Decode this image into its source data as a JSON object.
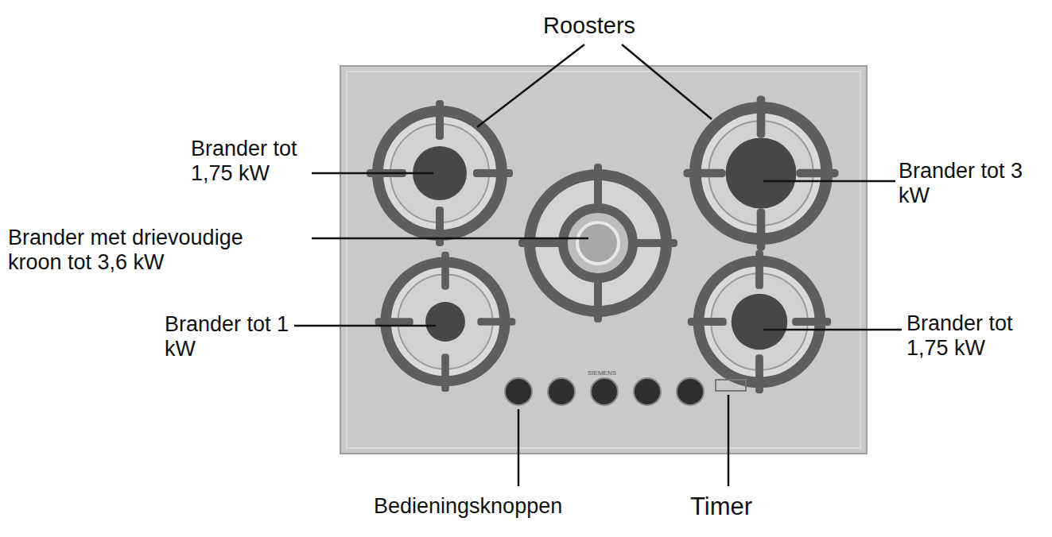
{
  "diagram": {
    "labels": [
      "Roosters",
      "Brander tot 1,75 kW",
      "Brander met drievoudige kroon tot 3,6 kW",
      "Brander tot 1 kW",
      "Brander tot 3 kW",
      "Brander tot 1,75 kW",
      "SIEMENS",
      "Bedieningsknoppen",
      "Timer"
    ]
  }
}
